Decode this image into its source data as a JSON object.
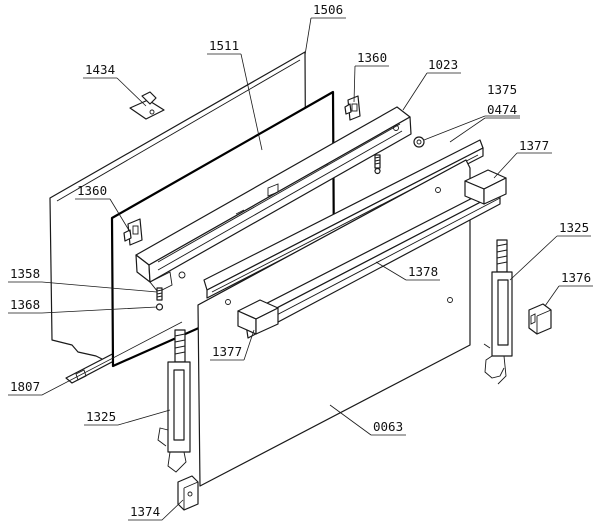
{
  "callouts": [
    {
      "id": "c1506",
      "label": "1506"
    },
    {
      "id": "c1511",
      "label": "1511"
    },
    {
      "id": "c1434",
      "label": "1434"
    },
    {
      "id": "c1360a",
      "label": "1360"
    },
    {
      "id": "c1023",
      "label": "1023"
    },
    {
      "id": "c1375",
      "label": "1375"
    },
    {
      "id": "c0474",
      "label": "0474"
    },
    {
      "id": "c1377a",
      "label": "1377"
    },
    {
      "id": "c1360b",
      "label": "1360"
    },
    {
      "id": "c1325a",
      "label": "1325"
    },
    {
      "id": "c1376",
      "label": "1376"
    },
    {
      "id": "c1378",
      "label": "1378"
    },
    {
      "id": "c1358",
      "label": "1358"
    },
    {
      "id": "c1368",
      "label": "1368"
    },
    {
      "id": "c1377b",
      "label": "1377"
    },
    {
      "id": "c1807",
      "label": "1807"
    },
    {
      "id": "c1325b",
      "label": "1325"
    },
    {
      "id": "c0063",
      "label": "0063"
    },
    {
      "id": "c1374",
      "label": "1374"
    }
  ]
}
